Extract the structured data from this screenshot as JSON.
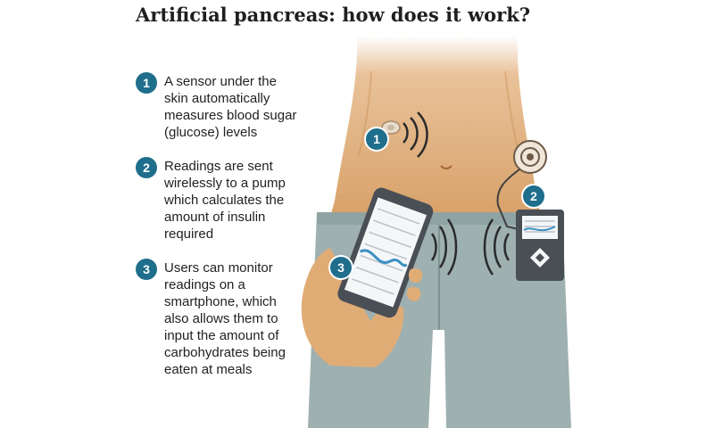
{
  "title": "Artificial pancreas: how does it work?",
  "steps": [
    {
      "number": "1",
      "text": "A sensor under the\nskin automatically\nmeasures blood sugar\n(glucose) levels"
    },
    {
      "number": "2",
      "text": "Readings are sent\nwirelessly to a pump\nwhich calculates the\namount of insulin\nrequired"
    },
    {
      "number": "3",
      "text": "Users can monitor\nreadings on a\nsmartphone, which\nalso allows them to\ninput the amount of\ncarbohydrates being\neaten at meals"
    }
  ],
  "markers": {
    "sensor": "1",
    "pump": "2",
    "phone": "3"
  },
  "colors": {
    "badge": "#1f6e8c",
    "skin": "#d9a46a",
    "jeans": "#9eb0b0",
    "device_dark": "#4a4f55",
    "screen": "#f4f6f8",
    "glucose_line": "#3a8fc2"
  },
  "icons": [
    "glucose-sensor-icon",
    "insulin-pump-icon",
    "smartphone-icon",
    "wireless-signal-icon"
  ]
}
